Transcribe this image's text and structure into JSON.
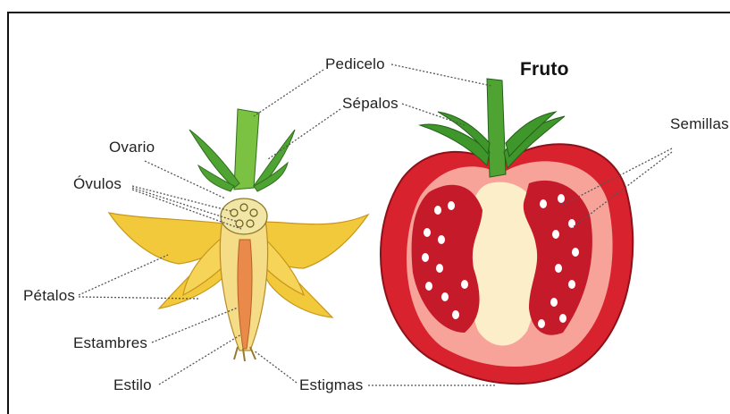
{
  "title": "Fruto",
  "labels": {
    "pedicelo": "Pedicelo",
    "sepalos": "Sépalos",
    "semillas": "Semillas",
    "ovario": "Ovario",
    "ovulos": "Óvulos",
    "petalos": "Pétalos",
    "estambres": "Estambres",
    "estilo": "Estilo",
    "estigmas": "Estigmas"
  },
  "colors": {
    "tomato_skin": "#d8232f",
    "tomato_flesh": "#f7a39a",
    "locule": "#c41a29",
    "seed": "#ffffff",
    "petal": "#f3c93c",
    "stem": "#4fa332",
    "leader_line": "#555555"
  }
}
